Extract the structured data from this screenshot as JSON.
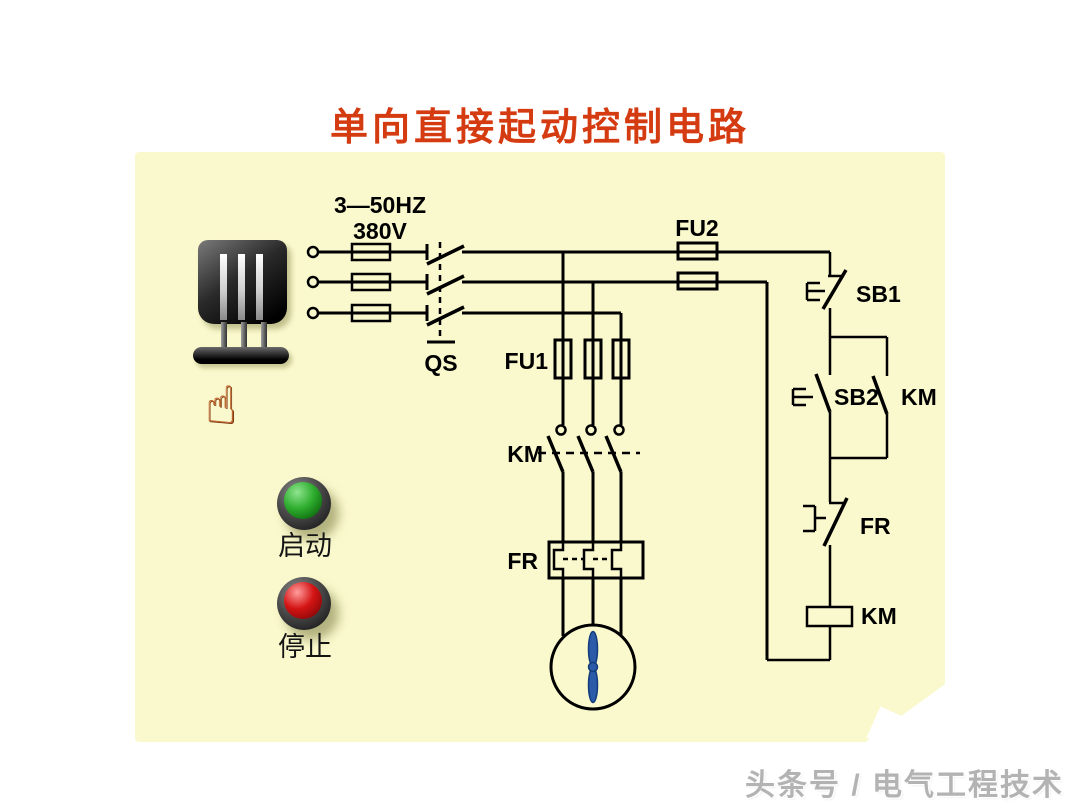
{
  "title": {
    "text": "单向直接起动控制电路"
  },
  "supply": {
    "frequency": "3—50HZ",
    "voltage": "380V"
  },
  "components": {
    "qs": "QS",
    "fu1": "FU1",
    "fu2": "FU2",
    "km_main": "KM",
    "fr_heater": "FR",
    "sb1": "SB1",
    "sb2": "SB2",
    "km_aux": "KM",
    "fr_contact": "FR",
    "km_coil": "KM"
  },
  "buttons": {
    "start_label": "启动",
    "stop_label": "停止"
  },
  "watermark": {
    "text": "头条号 / 电气工程技术"
  },
  "icons": {
    "hand_pointer_glyph": "☝",
    "knife_switch": "knife-switch-photo",
    "motor": "motor-circle-with-propeller"
  },
  "colors": {
    "panel_yellow": "#faf9cd",
    "title_red": "#d53b10",
    "line_black": "#000000",
    "propeller_blue": "#2a5aa8",
    "start_green": "#2fae2f",
    "stop_red": "#d41414",
    "hand_orange": "#c2622a",
    "watermark_gray": "#b3b3b3"
  }
}
